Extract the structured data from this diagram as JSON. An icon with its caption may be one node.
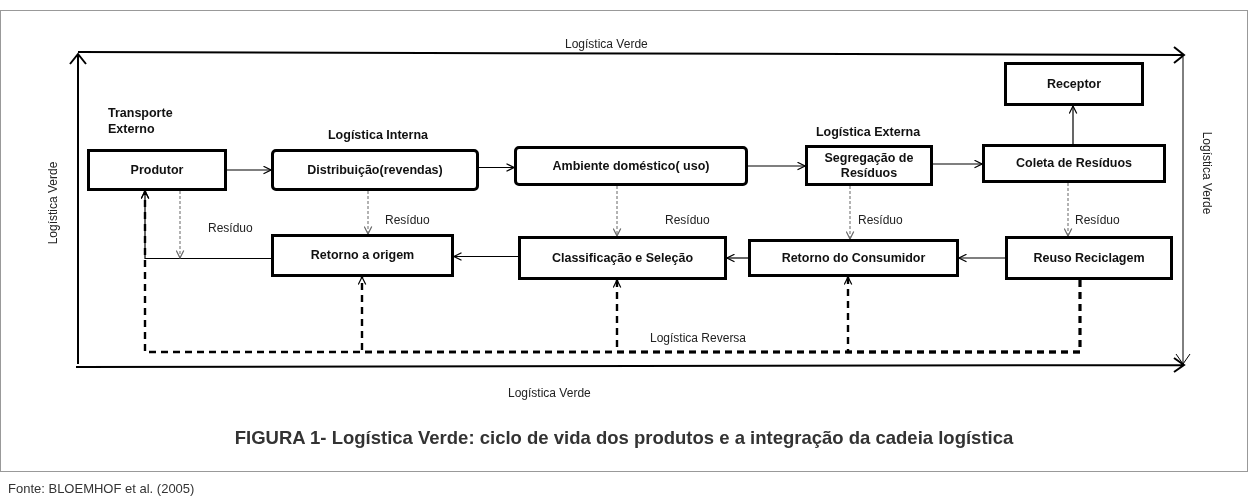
{
  "diagram": {
    "caption": "FIGURA 1- Logística Verde: ciclo de vida dos produtos e a integração da cadeia logística",
    "nodes": [
      {
        "text": [
          "Transporte Externo",
          "Produtor"
        ]
      },
      {
        "text": [
          "Logística Interna",
          "Distribuição(revendas)"
        ]
      },
      {
        "text": [
          "Ambiente doméstico( uso)"
        ]
      },
      {
        "text": [
          "Logística Externa",
          "Segregação de Resíduos"
        ]
      },
      {
        "text": [
          "Coleta de Resíduos"
        ]
      },
      {
        "text": [
          "Receptor"
        ]
      },
      {
        "text": [
          "Retorno a origem"
        ]
      },
      {
        "text": [
          "Classificação e Seleção"
        ]
      },
      {
        "text": [
          "Retorno do Consumidor"
        ]
      },
      {
        "text": [
          "Reuso Reciclagem"
        ]
      }
    ],
    "edges": [
      {
        "from": 0,
        "to": 1,
        "arrow": "to"
      },
      {
        "from": 1,
        "to": 2,
        "arrow": "to"
      },
      {
        "from": 2,
        "to": 3,
        "arrow": "to"
      },
      {
        "from": 3,
        "to": 4,
        "arrow": "to"
      },
      {
        "from": 4,
        "to": 5,
        "arrow": "to"
      },
      {
        "from": 9,
        "to": 8,
        "arrow": "to"
      },
      {
        "from": 8,
        "to": 7,
        "arrow": "to"
      },
      {
        "from": 7,
        "to": 6,
        "arrow": "to"
      },
      {
        "from": 6,
        "to": 0,
        "arrow": "to"
      },
      {
        "from": 0,
        "to": null,
        "arrow": "to",
        "label": "Resíduo",
        "style": "dashed",
        "color": "#666666"
      },
      {
        "from": 1,
        "to": 6,
        "arrow": "to",
        "label": "Resíduo",
        "style": "dashed",
        "color": "#666666"
      },
      {
        "from": 2,
        "to": 7,
        "arrow": "to",
        "label": "Resíduo",
        "style": "dashed",
        "color": "#666666"
      },
      {
        "from": 3,
        "to": 8,
        "arrow": "to",
        "label": "Resíduo",
        "style": "dashed",
        "color": "#666666"
      },
      {
        "from": 4,
        "to": 9,
        "arrow": "to",
        "label": "Resíduo",
        "style": "dashed",
        "color": "#666666"
      },
      {
        "from": 9,
        "to": 6,
        "arrow": "to",
        "style": "dashed"
      },
      {
        "from": 9,
        "to": 7,
        "arrow": "to",
        "style": "dashed",
        "label": "Logística Reversa"
      },
      {
        "from": 9,
        "to": 8,
        "arrow": "to",
        "style": "dashed"
      },
      {
        "from": 9,
        "to": 0,
        "arrow": "to",
        "style": "dashed"
      }
    ],
    "labels": [
      "Logística Verde",
      "Logística Verde",
      "Logística Verde",
      "Logística Verde",
      "Fonte: BLOEMHOF et al. (2005)"
    ]
  }
}
